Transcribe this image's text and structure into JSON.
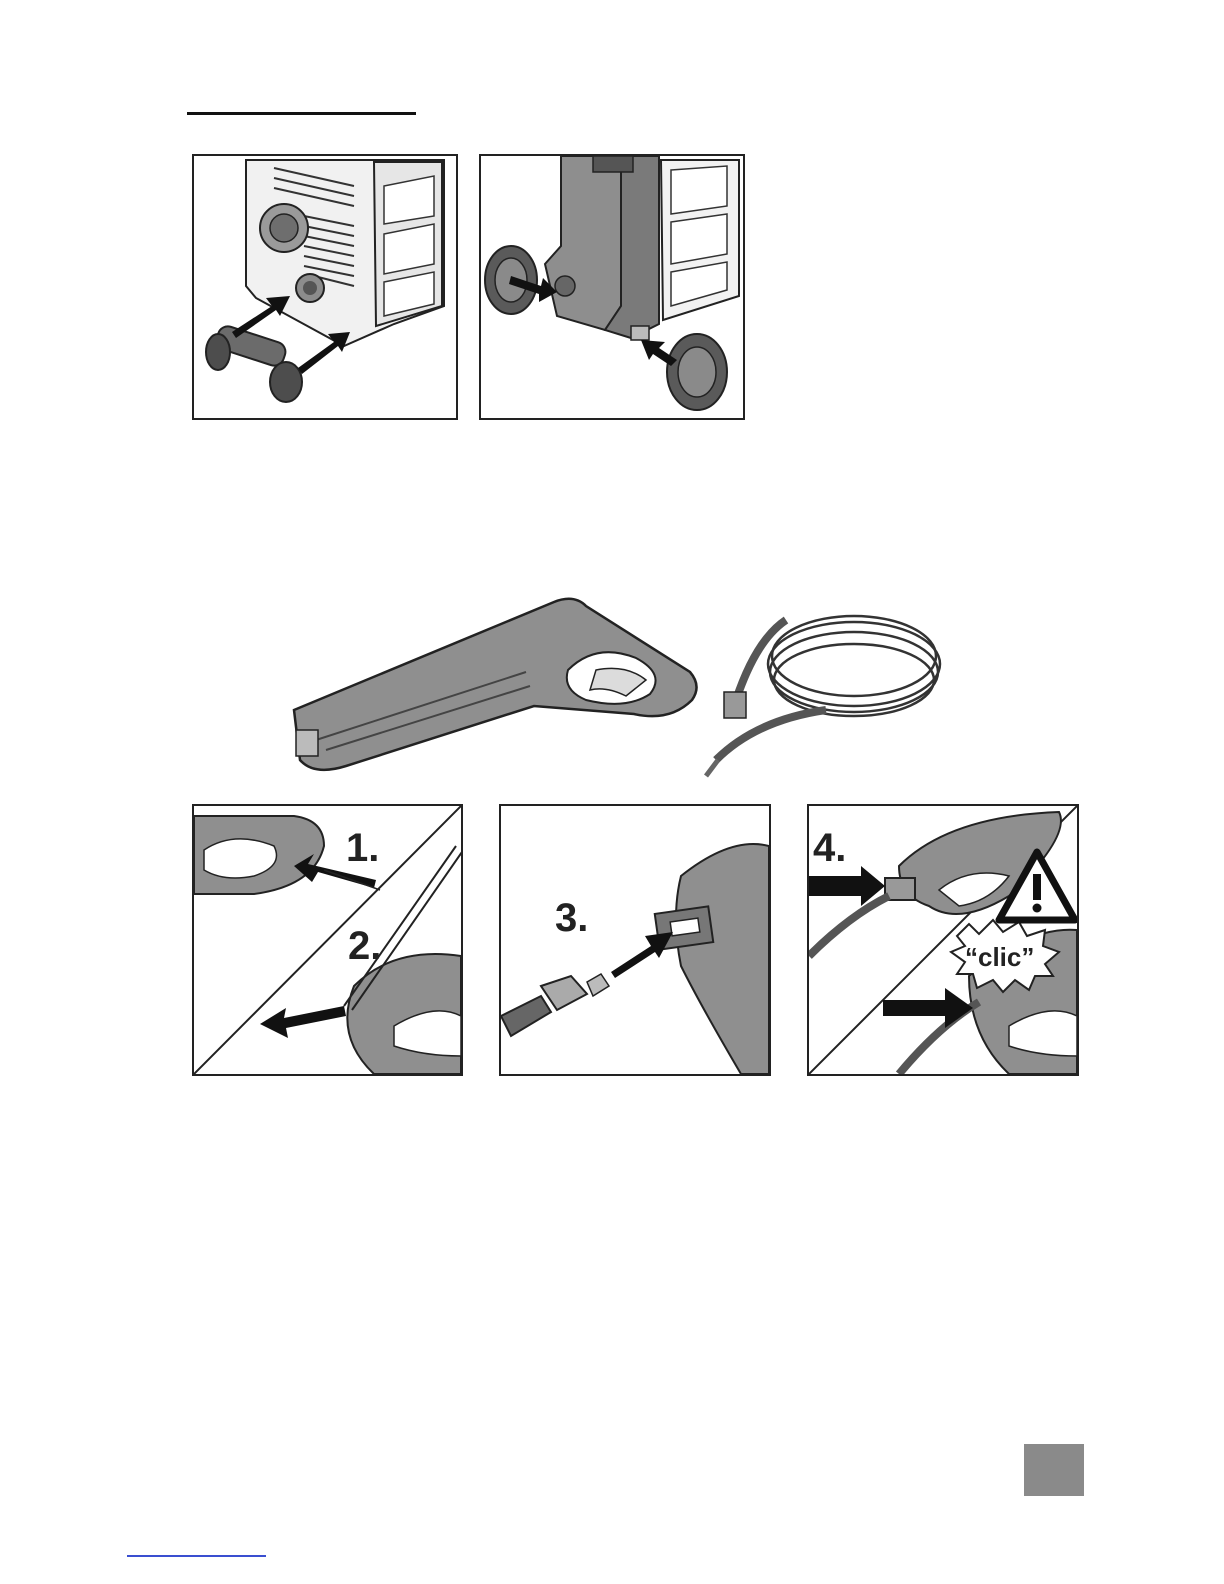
{
  "steps": {
    "step1": "1.",
    "step2": "2.",
    "step3": "3.",
    "step4": "4."
  },
  "sound_label": "“clic”",
  "colors": {
    "ink": "#222222",
    "body_gray": "#8a8a8a",
    "light_gray": "#d9d9d9",
    "page_tab": "#8a8a8a",
    "link_blue": "#3a4fd0"
  },
  "icons": [
    "warning-icon"
  ]
}
